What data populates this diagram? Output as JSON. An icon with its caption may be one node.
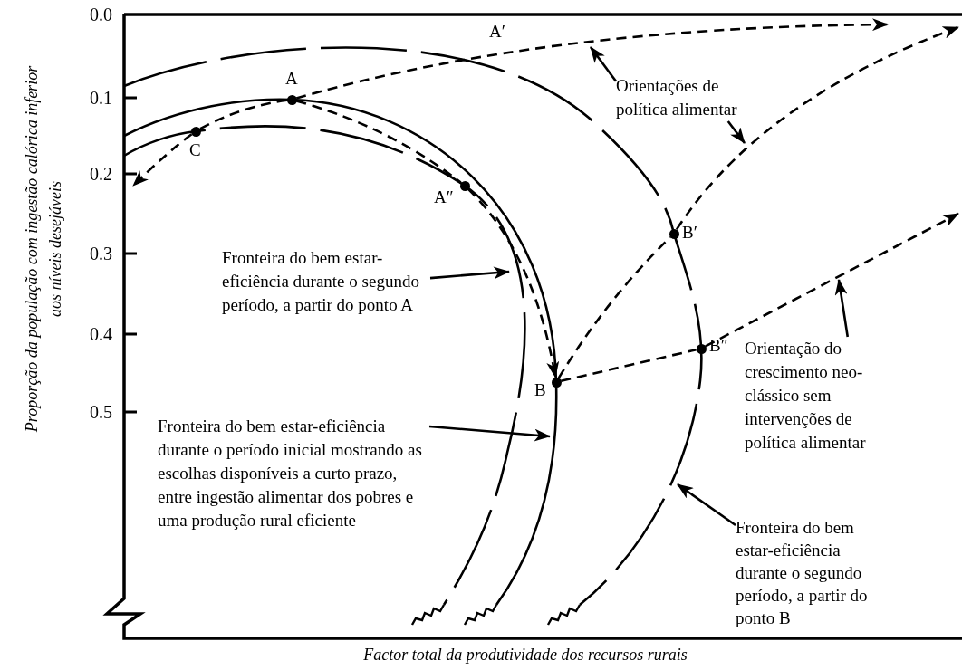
{
  "diagram": {
    "nodes": [
      {
        "text": [],
        "shape": "circle",
        "beside": [
          "A"
        ]
      },
      {
        "text": [],
        "shape": "circle",
        "beside": [
          "C"
        ]
      },
      {
        "text": [],
        "shape": "circle",
        "beside": [
          "A″"
        ]
      },
      {
        "text": [],
        "shape": "circle",
        "beside": [
          "B′"
        ]
      },
      {
        "text": [],
        "shape": "circle",
        "beside": [
          "B″"
        ]
      },
      {
        "text": [],
        "shape": "circle",
        "beside": [
          "B"
        ]
      },
      {
        "text": [
          "Orientações de política alimentar"
        ]
      },
      {
        "text": [
          "Fronteira do bem estar-eficiência durante o segundo período, a partir do ponto A"
        ]
      },
      {
        "text": [
          "Orientação do crescimento neo-clássico sem intervenções de política alimentar"
        ]
      },
      {
        "text": [
          "Fronteira do bem estar-eficiência durante o período inicial mostrando as escolhas disponíveis a curto prazo, entre ingestão alimentar dos pobres e uma produção rural eficiente"
        ]
      },
      {
        "text": [
          "Fronteira do bem estar-eficiência durante o segundo período, a partir do ponto B"
        ]
      }
    ],
    "edges": [
      {
        "from": 0,
        "to": 1,
        "arrow": "none",
        "style": "dashed"
      },
      {
        "from": 1,
        "to": null,
        "arrow": "to",
        "style": "dashed"
      },
      {
        "from": 0,
        "to": null,
        "arrow": "to",
        "style": "dashed"
      },
      {
        "from": 0,
        "to": 2,
        "arrow": "none",
        "style": "dashed"
      },
      {
        "from": 2,
        "to": 5,
        "arrow": "to",
        "style": "dashed"
      },
      {
        "from": 5,
        "to": 3,
        "arrow": "none",
        "style": "dashed"
      },
      {
        "from": 3,
        "to": null,
        "arrow": "to",
        "style": "dashed"
      },
      {
        "from": 5,
        "to": 4,
        "arrow": "none",
        "style": "dashed"
      },
      {
        "from": 4,
        "to": null,
        "arrow": "to",
        "style": "dashed"
      },
      {
        "from": 7,
        "to": null,
        "arrow": "to"
      },
      {
        "from": 9,
        "to": null,
        "arrow": "to"
      },
      {
        "from": 6,
        "to": null,
        "arrow": "to"
      },
      {
        "from": 6,
        "to": null,
        "arrow": "to"
      },
      {
        "from": 8,
        "to": null,
        "arrow": "to"
      },
      {
        "from": 10,
        "to": null,
        "arrow": "to"
      }
    ],
    "labels": [
      "0.0",
      "A′",
      "0.1",
      "0.2",
      "0.3",
      "0.4",
      "0.5",
      "Proporção da população com ingestão calórica inferior aos níveis desejáveis",
      "Factor total da produtividade dos recursos rurais"
    ]
  }
}
